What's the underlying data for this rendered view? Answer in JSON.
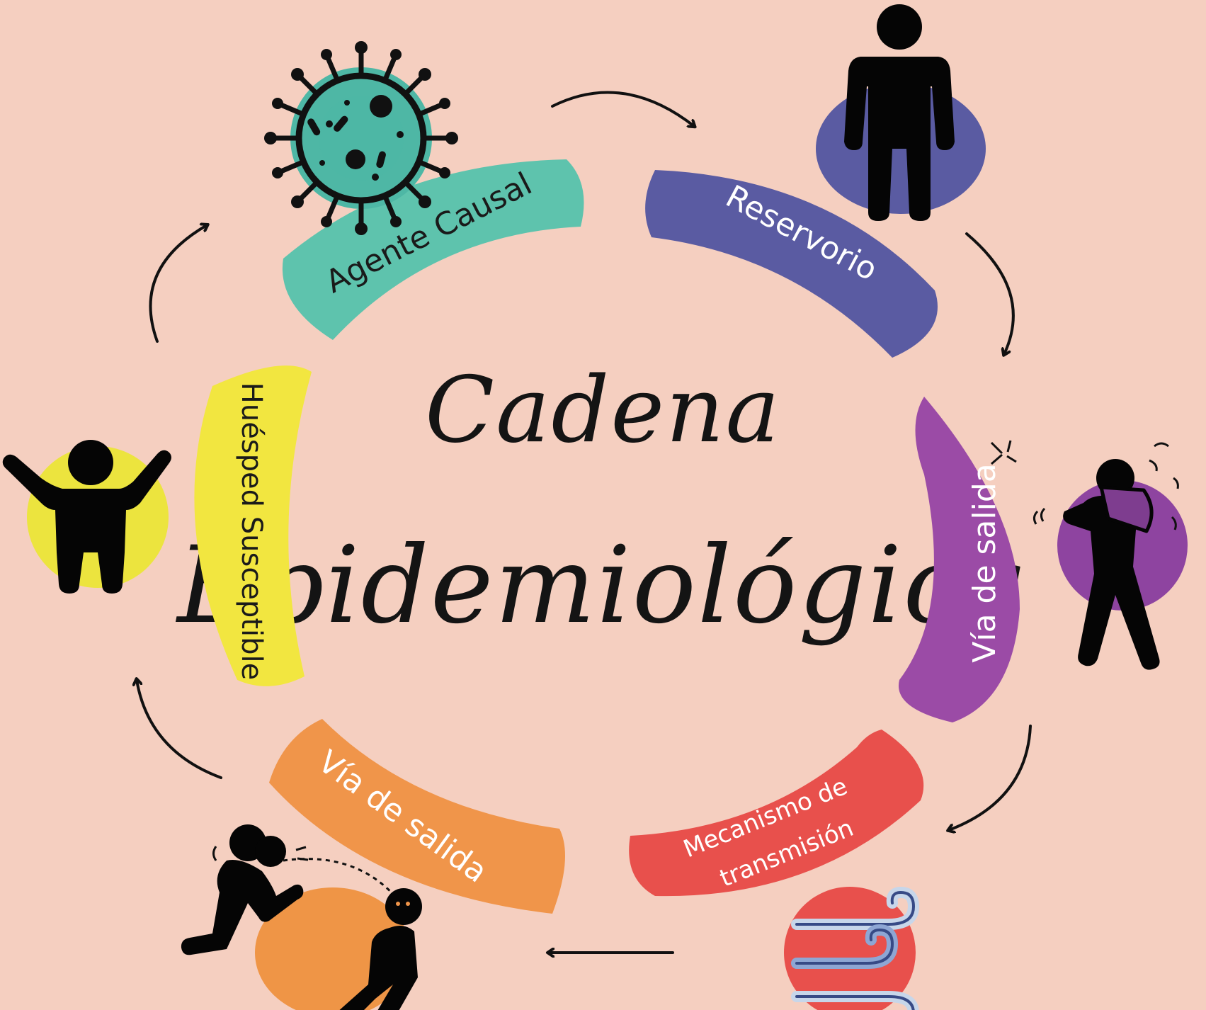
{
  "title": {
    "line1": "Cadena",
    "line2": "Epidemiológica"
  },
  "stages": [
    {
      "id": "agente-causal",
      "label": "Agente Causal",
      "color": "#5ec3ad",
      "icon": "virus-icon"
    },
    {
      "id": "reservorio",
      "label": "Reservorio",
      "color": "#5a5ba2",
      "icon": "standing-person-icon"
    },
    {
      "id": "via-salida-1",
      "label": "Vía de salida",
      "color": "#9b4ba6",
      "icon": "sneezing-person-icon"
    },
    {
      "id": "mecanismo",
      "label_line1": "Mecanismo de",
      "label_line2": "transmisión",
      "color": "#e8504c",
      "icon": "wind-icon"
    },
    {
      "id": "via-salida-2",
      "label": "Vía de salida",
      "color": "#f0954a",
      "icon": "coughing-people-icon"
    },
    {
      "id": "huesped",
      "label": "Huésped Susceptible",
      "color": "#f2e640",
      "icon": "cheering-child-icon"
    }
  ],
  "background_color": "#f5cfc0",
  "icon_bg_colors": {
    "virus": "#4eb7a5",
    "reservorio": "#5a5ba2",
    "via1": "#8e44a0",
    "mecanismo": "#e8504c",
    "via2": "#ef9546",
    "huesped": "#ece43e"
  }
}
